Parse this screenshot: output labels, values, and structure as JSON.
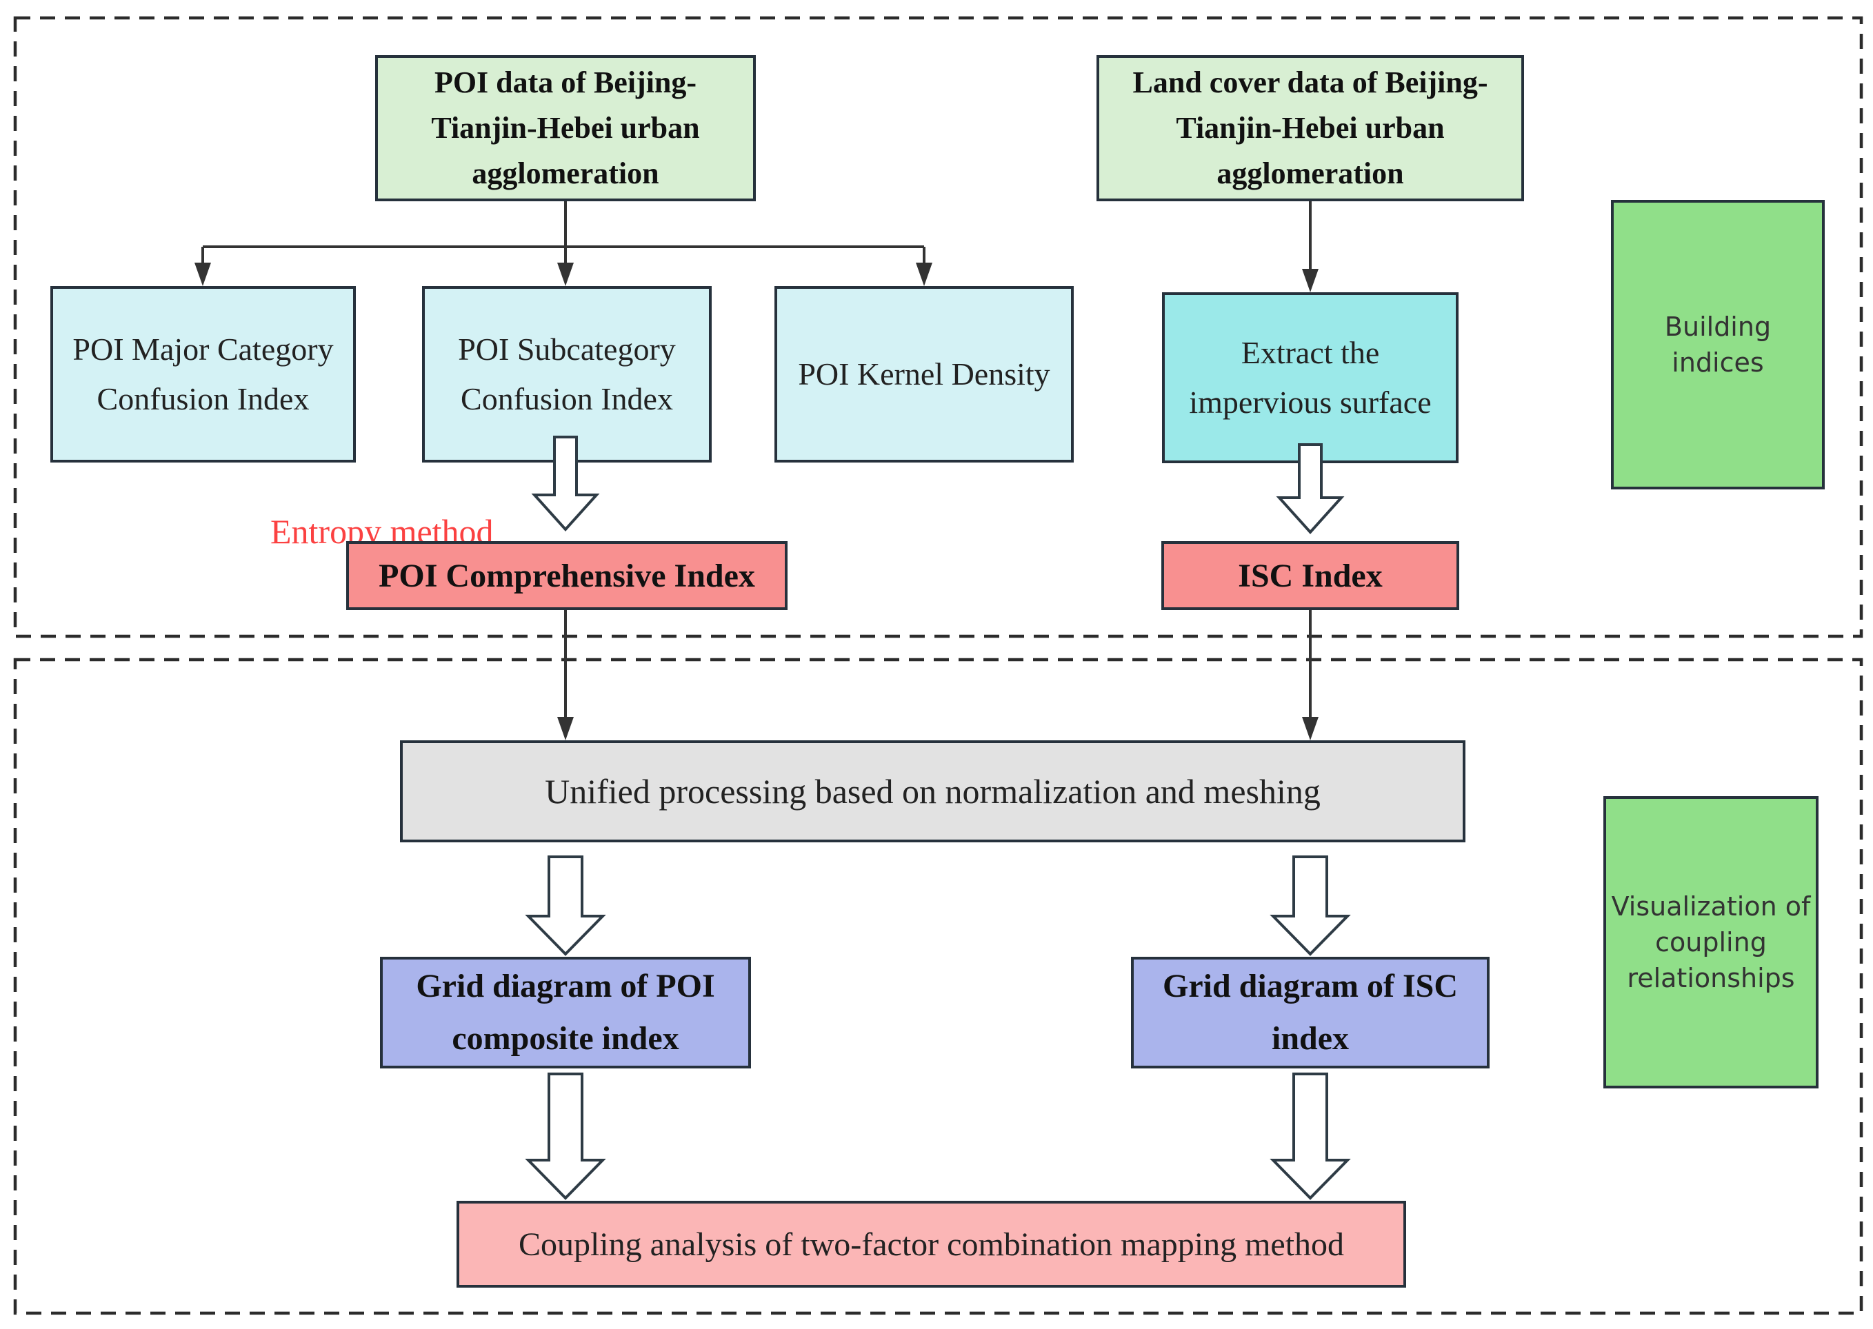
{
  "diagram": {
    "type": "flowchart",
    "stages": {
      "top_stage_label": "Building indices",
      "bottom_stage_label": "Visualization of coupling relationships"
    }
  },
  "boxes": {
    "poi_data": {
      "lines": [
        "POI data of Beijing-",
        "Tianjin-Hebei urban",
        "agglomeration"
      ]
    },
    "land_cover": {
      "lines": [
        "Land cover data of Beijing-",
        "Tianjin-Hebei urban",
        "agglomeration"
      ]
    },
    "poi_major_category": {
      "label": "POI Major Category Confusion Index"
    },
    "poi_subcategory": {
      "label": "POI Subcategory Confusion Index"
    },
    "poi_kernel_density": {
      "label": "POI Kernel Density"
    },
    "extract_impervious": {
      "label": "Extract the impervious surface"
    },
    "poi_comprehensive": {
      "label": "POI Comprehensive Index"
    },
    "isc_index": {
      "label": "ISC Index"
    },
    "unified_processing": {
      "label": "Unified processing based on normalization and meshing"
    },
    "grid_poi": {
      "label": "Grid diagram of POI composite index"
    },
    "grid_isc": {
      "label": "Grid diagram of ISC index"
    },
    "coupling_analysis": {
      "label": "Coupling analysis of two-factor combination mapping method"
    },
    "building_indices": {
      "label": "Building indices"
    },
    "visualization": {
      "label": "Visualization of coupling relationships"
    }
  },
  "annotations": {
    "entropy_method": "Entropy method"
  },
  "colors": {
    "data_green": "#d8efd3",
    "process_cyan_light": "#d4f2f5",
    "process_cyan_strong": "#9be9e9",
    "index_red": "#f89090",
    "result_pink": "#fbb6b6",
    "grid_purple": "#aab4ec",
    "stage_green": "#90df89",
    "process_gray": "#e2e2e2",
    "box_border": "#26313c",
    "connector": "#333333",
    "entropy_text_red": "#fb4141",
    "dashed_frame": "#2b2b2b"
  }
}
